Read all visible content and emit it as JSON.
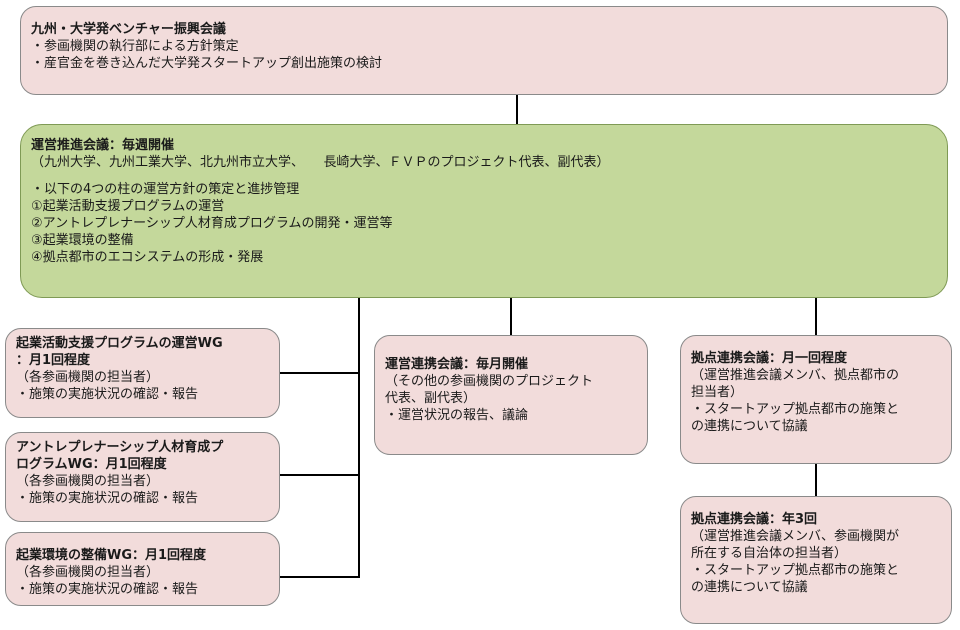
{
  "top": {
    "title": "九州・大学発ベンチャー振興会議",
    "lines": [
      "・参画機関の執行部による方針策定",
      "・産官金を巻き込んだ大学発スタートアップ創出施策の検討"
    ]
  },
  "steering": {
    "title": "運営推進会議：毎週開催",
    "members": "（九州大学、九州工業大学、北九州市立大学、　　長崎大学、ＦＶＰのプロジェクト代表、副代表）",
    "lines": [
      "・以下の4つの柱の運営方針の策定と進捗管理",
      "①起業活動支援プログラムの運営",
      "②アントレプレナーシップ人材育成プログラムの開発・運営等",
      "③起業環境の整備",
      "④拠点都市のエコシステムの形成・発展"
    ]
  },
  "wg1": {
    "title1": "起業活動支援プログラムの運営WG",
    "title2": "：月1回程度",
    "lines": [
      "（各参画機関の担当者）",
      "・施策の実施状況の確認・報告"
    ]
  },
  "wg2": {
    "title1": "アントレプレナーシップ人材育成プ",
    "title2": "ログラムWG：月1回程度",
    "lines": [
      "（各参画機関の担当者）",
      "・施策の実施状況の確認・報告"
    ]
  },
  "wg3": {
    "title": "起業環境の整備WG：月1回程度",
    "lines": [
      "（各参画機関の担当者）",
      "・施策の実施状況の確認・報告"
    ]
  },
  "liaison": {
    "title": "運営連携会議：毎月開催",
    "lines": [
      "（その他の参画機関のプロジェクト",
      "代表、副代表）",
      "・運営状況の報告、議論"
    ]
  },
  "hub_monthly": {
    "title": "拠点連携会議：月一回程度",
    "lines": [
      "（運営推進会議メンバ、拠点都市の",
      "担当者）",
      "・スタートアップ拠点都市の施策と",
      "の連携について協議"
    ]
  },
  "hub_yearly": {
    "title": "拠点連携会議：年3回",
    "lines": [
      "（運営推進会議メンバ、参画機関が",
      "所在する自治体の担当者）",
      "・スタートアップ拠点都市の施策と",
      "の連携について協議"
    ]
  }
}
